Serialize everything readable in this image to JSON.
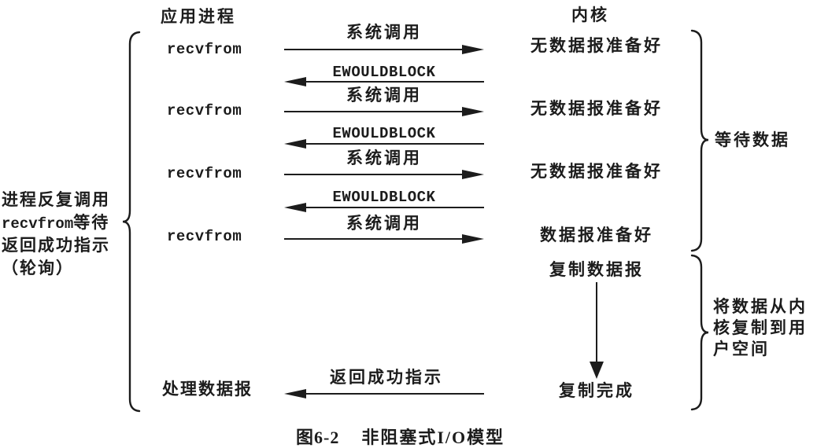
{
  "colors": {
    "ink": "#1c1c1c",
    "bg": "#ffffff"
  },
  "headers": {
    "application": "应用进程",
    "kernel": "内核"
  },
  "exchanges": [
    {
      "call": "recvfrom",
      "request": "系统调用",
      "response": "EWOULDBLOCK",
      "status": "无数据报准备好"
    },
    {
      "call": "recvfrom",
      "request": "系统调用",
      "response": "EWOULDBLOCK",
      "status": "无数据报准备好"
    },
    {
      "call": "recvfrom",
      "request": "系统调用",
      "response": "EWOULDBLOCK",
      "status": "无数据报准备好"
    },
    {
      "call": "recvfrom",
      "request": "系统调用",
      "status": "数据报准备好"
    }
  ],
  "copy_phase": {
    "copy_datagram": "复制数据报",
    "copy_complete": "复制完成"
  },
  "return_phase": {
    "process_label": "处理数据报",
    "return_label": "返回成功指示"
  },
  "annotations": {
    "left_note": {
      "line1": "进程反复调用",
      "line2_code": "recvfrom",
      "line2_suffix": "等待",
      "line3": "返回成功指示",
      "line4": "（轮询）"
    },
    "wait_data": "等待数据",
    "copy_note": "将数据从内\n核复制到用\n户空间"
  },
  "caption": {
    "figure_number": "图6-2",
    "title": "非阻塞式I/O模型"
  }
}
